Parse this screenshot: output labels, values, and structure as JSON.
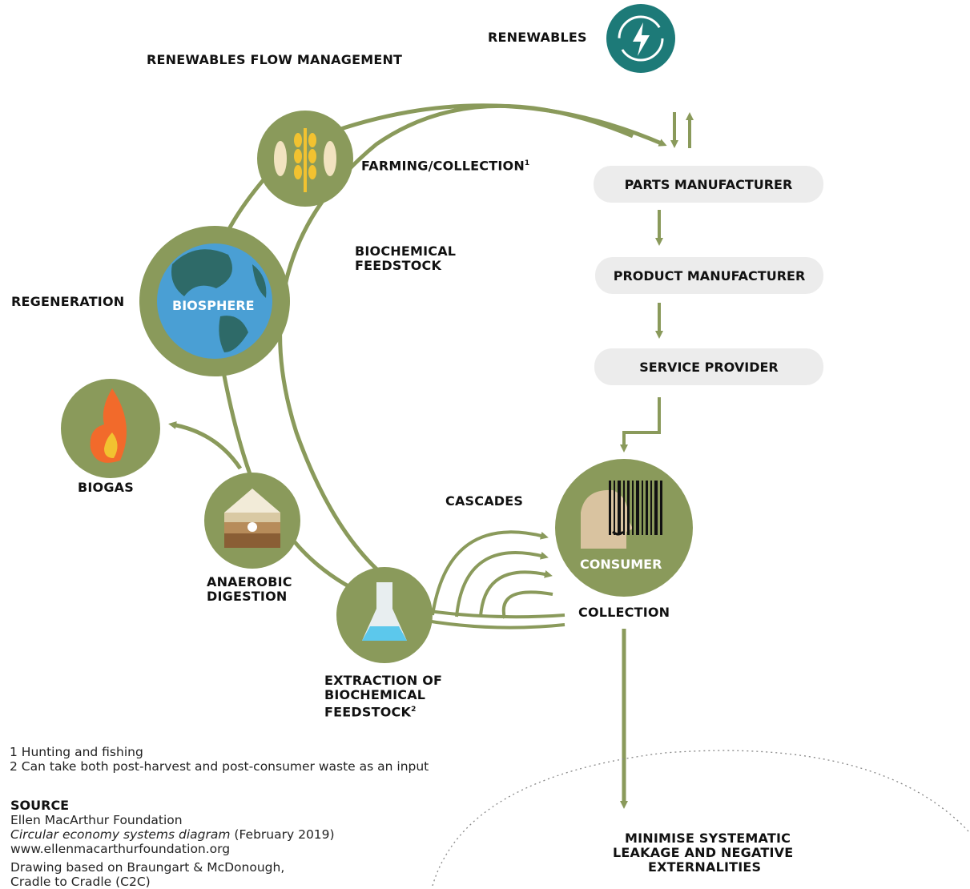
{
  "labels": {
    "renewables": "RENEWABLES",
    "renewables_flow": "RENEWABLES FLOW MANAGEMENT",
    "farming": "FARMING/COLLECTION",
    "farming_sup": "1",
    "biochemical_feedstock_1": "BIOCHEMICAL",
    "biochemical_feedstock_2": "FEEDSTOCK",
    "regeneration": "REGENERATION",
    "biosphere": "BIOSPHERE",
    "biogas": "BIOGAS",
    "anaerobic_1": "ANAEROBIC",
    "anaerobic_2": "DIGESTION",
    "extraction_1": "EXTRACTION OF",
    "extraction_2": "BIOCHEMICAL",
    "extraction_3": "FEEDSTOCK",
    "extraction_sup": "2",
    "cascades": "CASCADES",
    "consumer": "CONSUMER",
    "collection": "COLLECTION",
    "leakage_1": "MINIMISE SYSTEMATIC",
    "leakage_2": "LEAKAGE AND NEGATIVE",
    "leakage_3": "EXTERNALITIES"
  },
  "chain": {
    "parts": "PARTS MANUFACTURER",
    "product": "PRODUCT MANUFACTURER",
    "service": "SERVICE PROVIDER"
  },
  "footnotes": {
    "note1": "1 Hunting and fishing",
    "note2": "2 Can take both post-harvest and post-consumer waste as an input"
  },
  "source": {
    "heading": "SOURCE",
    "org": "Ellen MacArthur Foundation",
    "title_italic": "Circular economy systems diagram",
    "title_date": " (February 2019)",
    "url": "www.ellenmacarthurfoundation.org",
    "drawing_1": "Drawing based on Braungart & McDonough,",
    "drawing_2": "Cradle to Cradle (C2C)"
  },
  "colors": {
    "olive": "#8a9a5b",
    "teal": "#1d7a78",
    "ocean": "#4a9fd4",
    "land": "#2e6a68",
    "pill": "#ececec",
    "wheat": "#f2c230",
    "flame": "#f26a2b",
    "flask": "#5cc8ec"
  }
}
